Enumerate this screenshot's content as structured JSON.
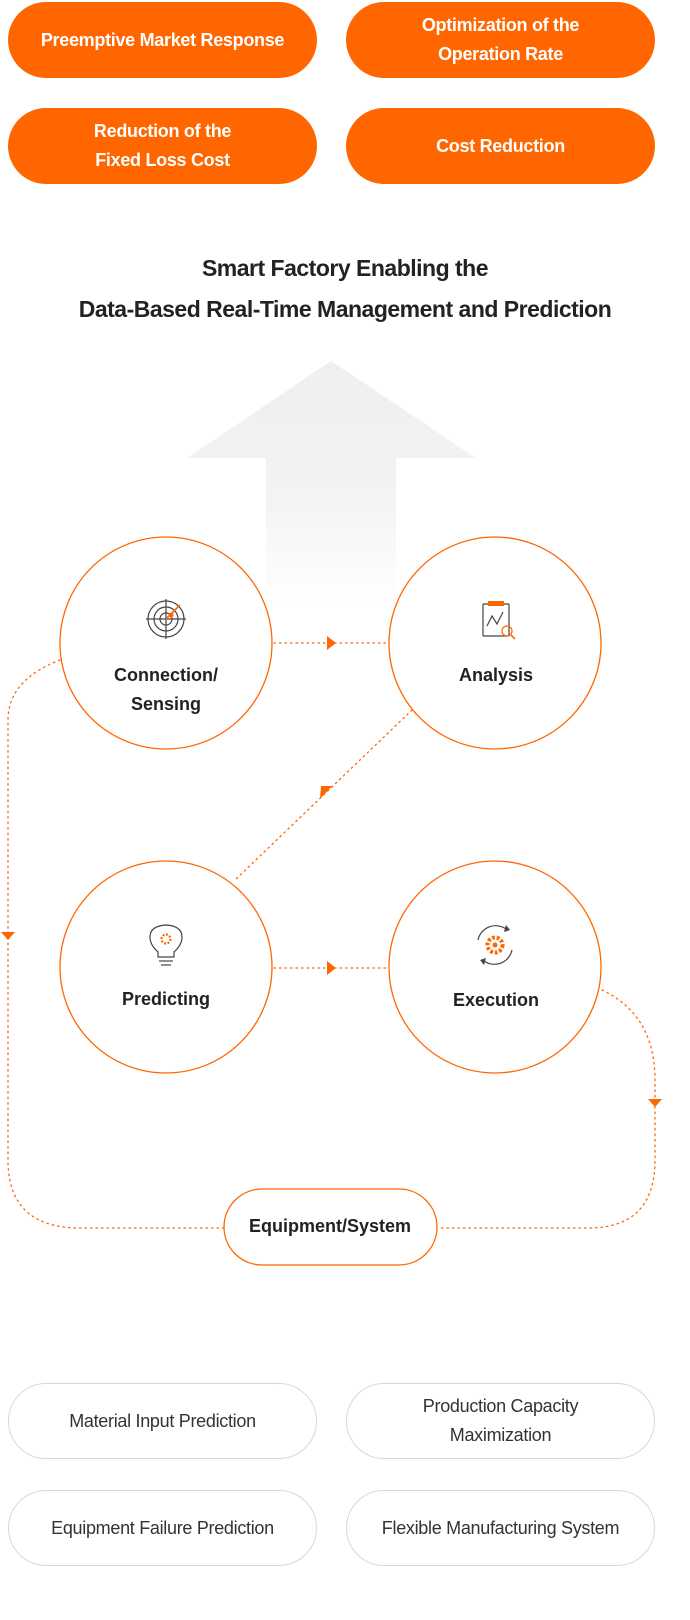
{
  "colors": {
    "accent": "#ff6600",
    "arrow_gray": "#f2f2f2",
    "text": "#222222",
    "outline": "#d8d8d8"
  },
  "benefits": [
    "Preemptive Market Response",
    "Optimization of the\nOperation Rate",
    "Reduction of the\nFixed Loss Cost",
    "Cost Reduction"
  ],
  "title": "Smart Factory Enabling the\nData-Based Real-Time Management and Prediction",
  "cycle": {
    "steps": [
      {
        "label_line1": "Connection/",
        "label_line2": "Sensing",
        "icon": "radar-icon"
      },
      {
        "label": "Analysis",
        "icon": "chart-magnifier-icon"
      },
      {
        "label": "Predicting",
        "icon": "lightbulb-icon"
      },
      {
        "label": "Execution",
        "icon": "gear-cycle-icon"
      }
    ],
    "base": "Equipment/System"
  },
  "applications": [
    "Material Input Prediction",
    "Production Capacity\nMaximization",
    "Equipment Failure Prediction",
    "Flexible Manufacturing System"
  ]
}
